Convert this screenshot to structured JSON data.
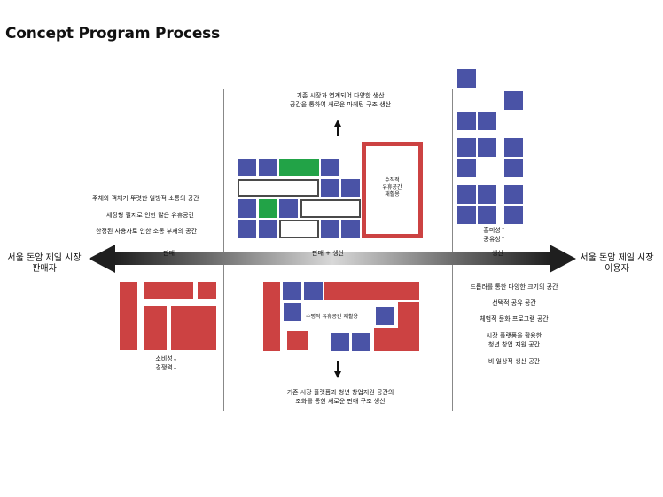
{
  "title": "Concept Program Process",
  "axis": {
    "left_label": "서울 돈암 제일 시장",
    "left_sub": "판매자",
    "right_label": "서울 돈암 제일 시장",
    "right_sub": "이용자",
    "seg_left": "판매",
    "seg_center": "판매 + 생산",
    "seg_right": "생산"
  },
  "left_notes": [
    "주체와 객체가 뚜렷한 일방적 소통의 공간",
    "세장형 필지로 인한 많은 유휴공간",
    "한정된 사용자로 인한 소통 부재의 공간"
  ],
  "left_metrics": [
    "소비성↓",
    "경쟁력↓"
  ],
  "center_top": [
    "기존 시장과 연계되어 다양한 생산",
    "공간을 통하여 새로운 마케팅 구조 생산"
  ],
  "vertical_box": [
    "수직적",
    "유휴공간",
    "재활용"
  ],
  "horizontal_label": "수평적 유휴공간 재활용",
  "center_bottom": [
    "기존 시장 플랫폼과 청년 창업지원 공간의",
    "조화를 통한 새로운 판매 구조 생산"
  ],
  "right_metrics": [
    "흥미성↑",
    "공유성↑"
  ],
  "right_notes": [
    "드롭러를 통한 다양한 크기의 공간",
    "선택적 공유 공간",
    "체험적 문화 프로그램 공간"
  ],
  "right_note_multi": [
    "시장 플랫폼을 활용한",
    "청년 창업 지원 공간"
  ],
  "right_note_last": "비 일상적 생산 공간",
  "colors": {
    "blue": "#4a53a6",
    "red": "#cc4242",
    "green": "#22a347"
  }
}
